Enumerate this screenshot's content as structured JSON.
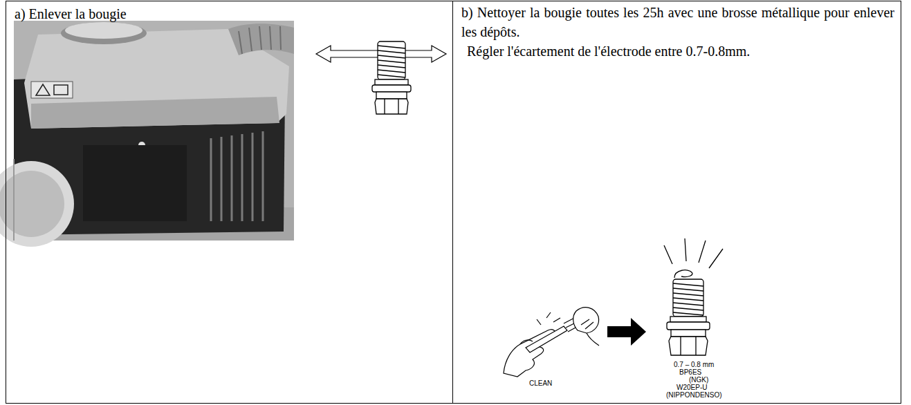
{
  "diagram": {
    "nodes": [
      {
        "text": [
          "a) Enlever la bougie"
        ]
      },
      {
        "text": [
          "b) Nettoyer la bougie toutes les 25h avec une brosse métallique pour enlever les dépôts.",
          "Régler l'écartement de l'électrode entre 0.7-0.8mm."
        ]
      }
    ],
    "labels": [
      "CLEAN",
      "0.7 – 0.8 mm",
      "BP6ES",
      "(NGK)",
      "W20EP-U",
      "(NIPPONDENSO)"
    ]
  }
}
